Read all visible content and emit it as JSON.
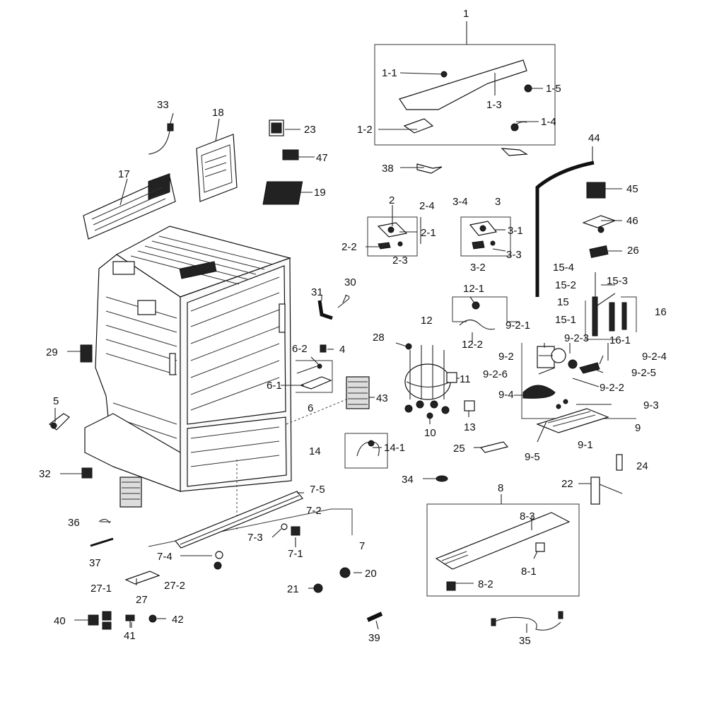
{
  "labels": {
    "l1": "1",
    "l1_1": "1-1",
    "l1_2": "1-2",
    "l1_3": "1-3",
    "l1_4": "1-4",
    "l1_5": "1-5",
    "l2": "2",
    "l2_1": "2-1",
    "l2_2": "2-2",
    "l2_3": "2-3",
    "l2_4": "2-4",
    "l3": "3",
    "l3_1": "3-1",
    "l3_2": "3-2",
    "l3_3": "3-3",
    "l3_4": "3-4",
    "l4": "4",
    "l5": "5",
    "l6": "6",
    "l6_1": "6-1",
    "l6_2": "6-2",
    "l7": "7",
    "l7_1": "7-1",
    "l7_2": "7-2",
    "l7_3": "7-3",
    "l7_4": "7-4",
    "l7_5": "7-5",
    "l8": "8",
    "l8_1": "8-1",
    "l8_2": "8-2",
    "l8_3": "8-3",
    "l9": "9",
    "l9_1": "9-1",
    "l9_2": "9-2",
    "l9_2_1": "9-2-1",
    "l9_2_2": "9-2-2",
    "l9_2_3": "9-2-3",
    "l9_2_4": "9-2-4",
    "l9_2_5": "9-2-5",
    "l9_2_6": "9-2-6",
    "l9_3": "9-3",
    "l9_4": "9-4",
    "l9_5": "9-5",
    "l10": "10",
    "l11": "11",
    "l12": "12",
    "l12_1": "12-1",
    "l12_2": "12-2",
    "l13": "13",
    "l14": "14",
    "l14_1": "14-1",
    "l15": "15",
    "l15_1": "15-1",
    "l15_2": "15-2",
    "l15_3": "15-3",
    "l15_4": "15-4",
    "l16": "16",
    "l16_1": "16-1",
    "l17": "17",
    "l18": "18",
    "l19": "19",
    "l20": "20",
    "l21": "21",
    "l22": "22",
    "l23": "23",
    "l24": "24",
    "l25": "25",
    "l26": "26",
    "l27": "27",
    "l27_1": "27-1",
    "l27_2": "27-2",
    "l28": "28",
    "l29": "29",
    "l30": "30",
    "l31": "31",
    "l32": "32",
    "l33": "33",
    "l34": "34",
    "l35": "35",
    "l36": "36",
    "l37": "37",
    "l38": "38",
    "l39": "39",
    "l40": "40",
    "l41": "41",
    "l42": "42",
    "l43": "43",
    "l44": "44",
    "l45": "45",
    "l46": "46",
    "l47": "47"
  }
}
